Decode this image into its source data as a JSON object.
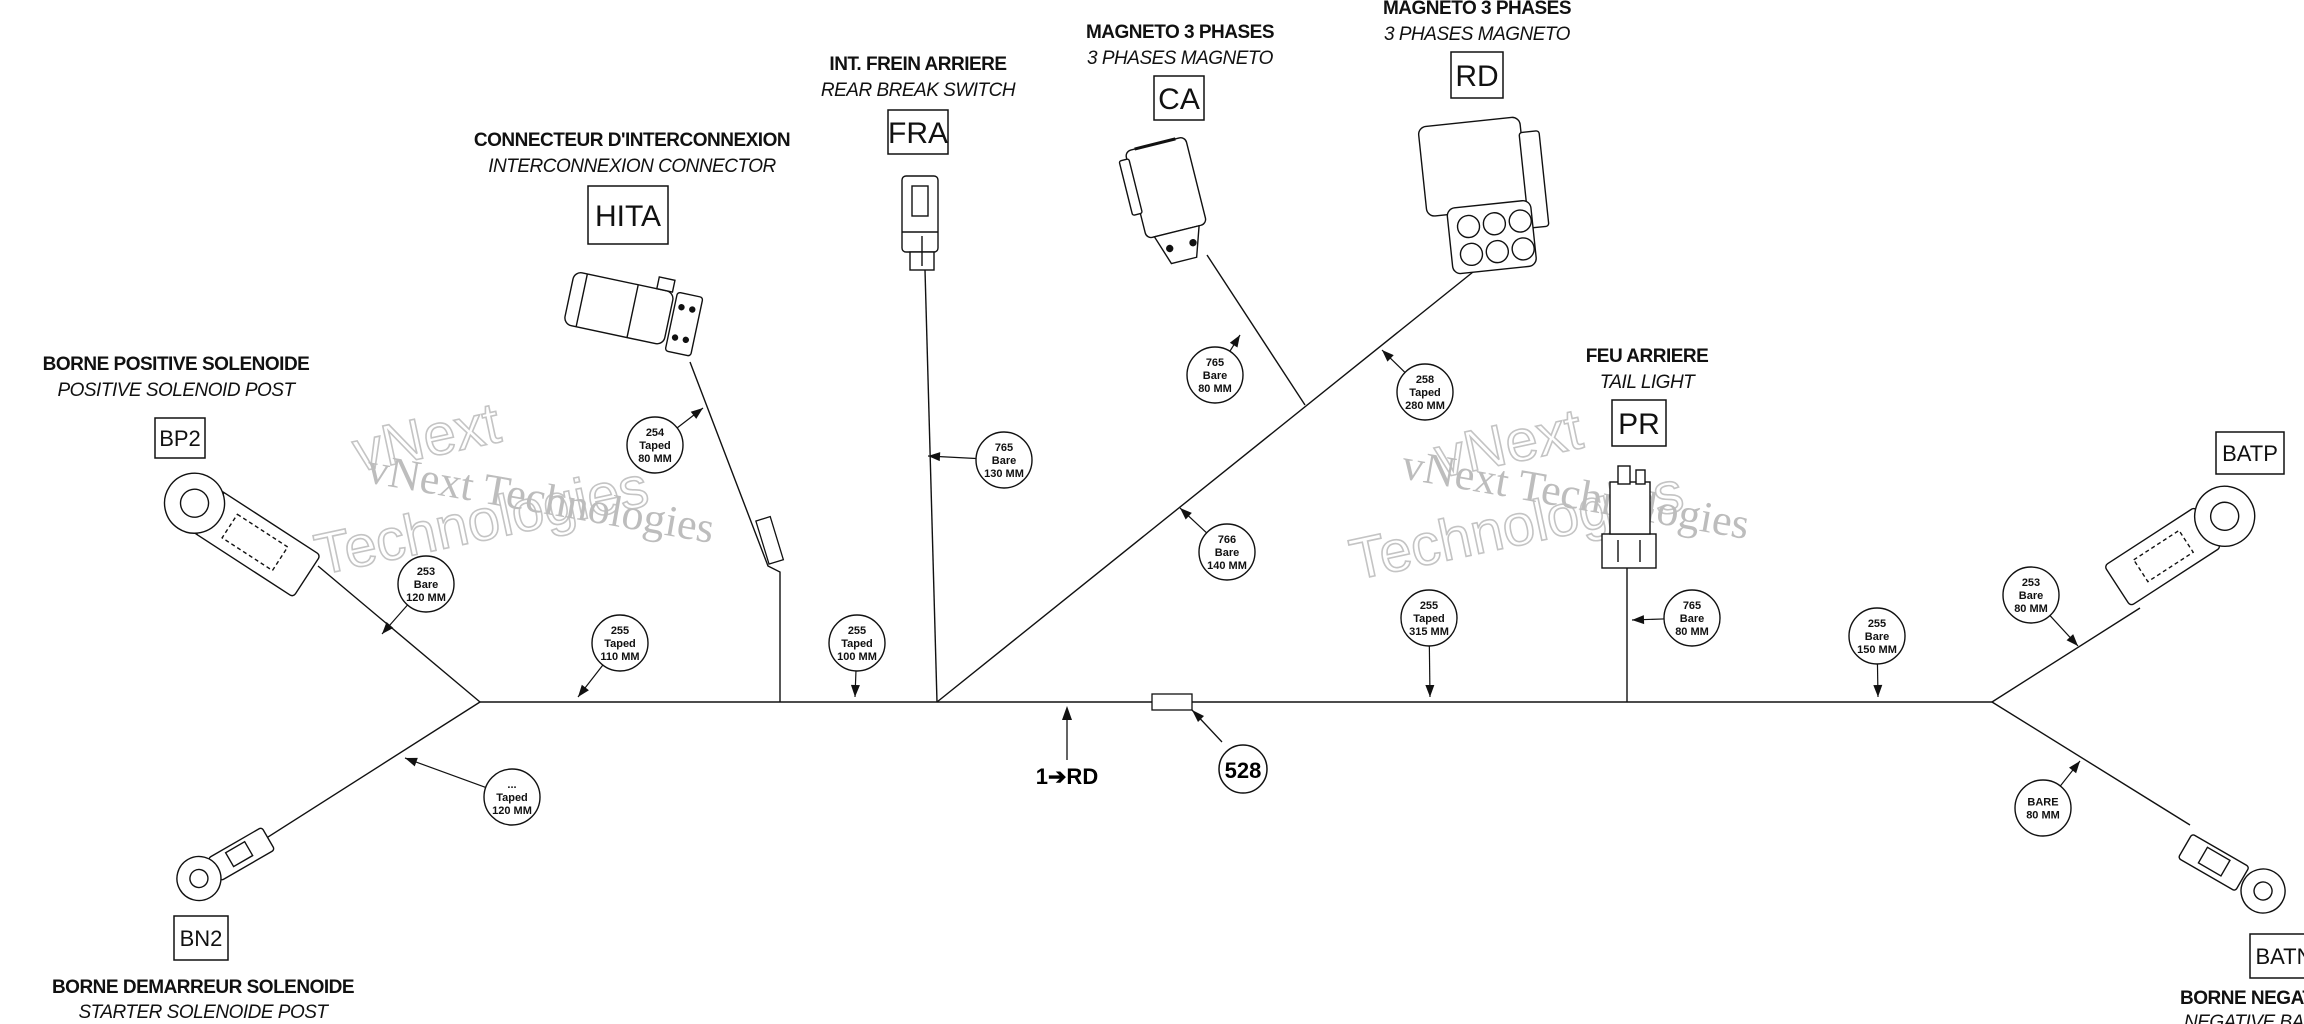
{
  "connectors": {
    "hita": {
      "title": "CONNECTEUR D'INTERCONNEXION",
      "subtitle": "INTERCONNEXION CONNECTOR",
      "code": "HITA"
    },
    "fra": {
      "title": "INT. FREIN ARRIERE",
      "subtitle": "REAR BREAK SWITCH",
      "code": "FRA"
    },
    "ca": {
      "title": "MAGNETO 3 PHASES",
      "subtitle": "3 PHASES MAGNETO",
      "code": "CA"
    },
    "rd": {
      "title": "MAGNETO 3 PHASES",
      "subtitle": "3 PHASES MAGNETO",
      "code": "RD"
    },
    "bp2": {
      "title": "BORNE POSITIVE SOLENOIDE",
      "subtitle": "POSITIVE SOLENOID POST",
      "code": "BP2"
    },
    "pr": {
      "title": "FEU ARRIERE",
      "subtitle": "TAIL LIGHT",
      "code": "PR"
    },
    "batp": {
      "code": "BATP"
    },
    "bn2": {
      "title": "BORNE DEMARREUR SOLENOIDE",
      "subtitle": "STARTER SOLENOIDE POST",
      "code": "BN2"
    },
    "batn": {
      "title": "BORNE NEGATIV",
      "subtitle": "NEGATIVE BAT",
      "code": "BATN"
    }
  },
  "bubbles": {
    "b254": {
      "num": "254",
      "type": "Taped",
      "len": "80 MM"
    },
    "b765a": {
      "num": "765",
      "type": "Bare",
      "len": "130 MM"
    },
    "b765b": {
      "num": "765",
      "type": "Bare",
      "len": "80 MM"
    },
    "b258": {
      "num": "258",
      "type": "Taped",
      "len": "280 MM"
    },
    "b766": {
      "num": "766",
      "type": "Bare",
      "len": "140 MM"
    },
    "b253a": {
      "num": "253",
      "type": "Bare",
      "len": "120 MM"
    },
    "b255a": {
      "num": "255",
      "type": "Taped",
      "len": "110 MM"
    },
    "b255b": {
      "num": "255",
      "type": "Taped",
      "len": "100 MM"
    },
    "b255c": {
      "num": "255",
      "type": "Taped",
      "len": "315 MM"
    },
    "b765c": {
      "num": "765",
      "type": "Bare",
      "len": "80 MM"
    },
    "b255d": {
      "num": "255",
      "type": "Bare",
      "len": "150 MM"
    },
    "b253b": {
      "num": "253",
      "type": "Bare",
      "len": "80 MM"
    },
    "bdots": {
      "num": "...",
      "type": "Taped",
      "len": "120 MM"
    },
    "bbare": {
      "type": "BARE",
      "len": "80 MM"
    }
  },
  "refs": {
    "rd_label": "1➔RD",
    "item_528": "528"
  },
  "watermarks": [
    "vNext",
    "Technologies",
    "vNext Technologies"
  ]
}
